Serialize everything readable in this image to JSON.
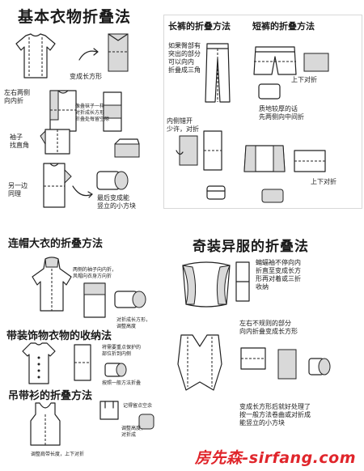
{
  "sections": {
    "basic": {
      "title": "基本衣物折叠法",
      "notes": {
        "rect": "变成长方形",
        "fold_sides": "左右两侧\n向内折",
        "socks": "像叠袜子一样\n对折成长方形\n折叠处每留空隙",
        "sleeve": "袖子\n找直角",
        "other_side": "另一边\n同理",
        "final": "最后变成能\n竖立的小方块"
      }
    },
    "pants": {
      "title": "长裤的折叠方法",
      "notes": {
        "crotch": "如果臀部有\n突出的部分\n可以向内\n折叠成三角",
        "fold_in": "内侧错开\n少许，对折"
      }
    },
    "shorts": {
      "title": "短裤的折叠方法",
      "notes": {
        "fold_ud": "上下对折",
        "soft": "质地较厚的话\n先两侧向中间折",
        "fold_ud2": "上下对折"
      }
    },
    "hoodie": {
      "title": "连帽大衣的折叠方法",
      "notes": {
        "sleeves": "两侧的袖子向内折，\n风帽向衣身方向折",
        "fold_half": "对折成长方形，\n调整高度"
      }
    },
    "accessory": {
      "title": "带装饰物衣物的收纳法",
      "notes": {
        "protect": "将需要重点保护的\n部位折到内侧",
        "normal": "按照一般方法折叠"
      }
    },
    "tank": {
      "title": "吊带衫的折叠方法",
      "notes": {
        "strap": "记得留点空余",
        "adjust": "调整肩带长度，上下对折",
        "height": "调整高度，\n对折成"
      }
    },
    "odd": {
      "title": "奇装异服的折叠法",
      "notes": {
        "batwing": "蝙蝠袖不停向内\n折直至变成长方\n形再对着或三折\n收纳",
        "irregular": "左右不规则的部分\n向内折叠变成长方形",
        "finish": "变成长方形后就好处理了\n按一般方法卷曲或对折成\n能竖立的小方块"
      }
    }
  },
  "watermark": {
    "cn": "房先森",
    "domain": "-sirfang.com"
  }
}
